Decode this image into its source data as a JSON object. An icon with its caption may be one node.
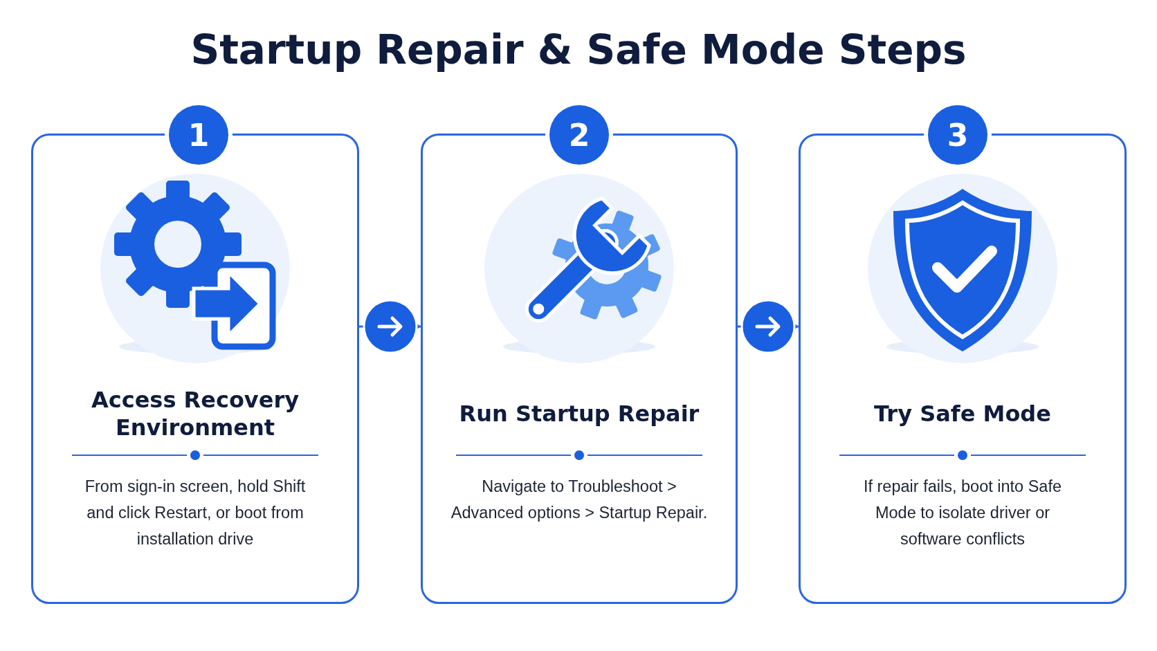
{
  "diagram": {
    "title": "Startup Repair & Safe Mode Steps",
    "nodes": [
      {
        "text": [
          "Access Recovery Environment",
          "From sign-in screen, hold Shift and click Restart, or boot from installation drive"
        ]
      },
      {
        "text": [
          "1"
        ]
      },
      {
        "text": [
          "Run Startup Repair",
          "Navigate to Troubleshoot > Advanced options > Startup Repair."
        ]
      },
      {
        "text": [
          "2"
        ]
      },
      {
        "text": [
          "Try Safe Mode",
          "If repair fails, boot into Safe Mode to isolate driver or software conflicts"
        ]
      },
      {
        "text": [
          "3"
        ]
      }
    ],
    "edges": [
      {
        "from": 0,
        "to": 2,
        "arrow": "to"
      },
      {
        "from": 2,
        "to": 4,
        "arrow": "to"
      }
    ]
  }
}
